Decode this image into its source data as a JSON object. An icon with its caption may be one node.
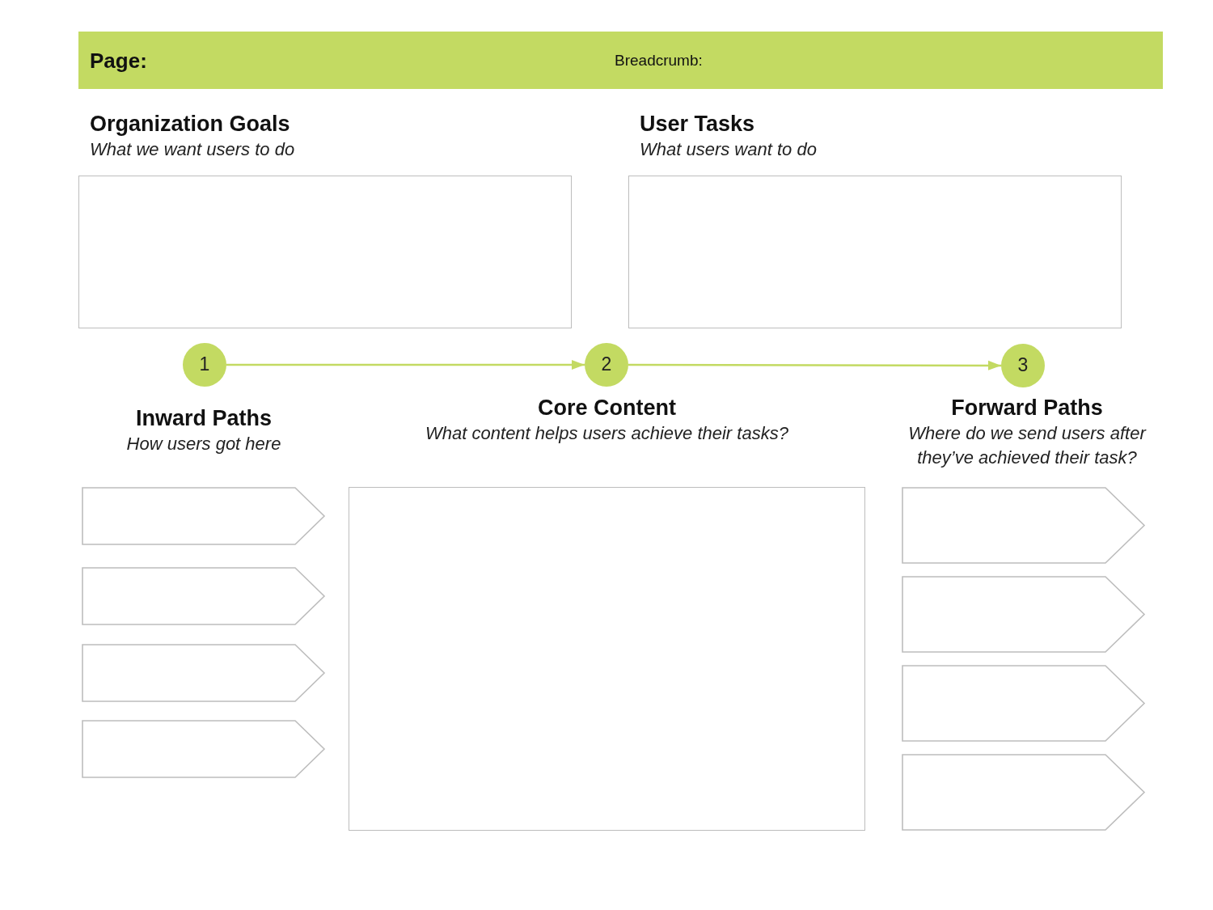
{
  "diagram": {
    "nodes": [
      {
        "text": [
          "Page:",
          "Breadcrumb:"
        ]
      },
      {
        "text": [
          "Organization Goals",
          "What we want users to do"
        ]
      },
      {
        "text": [
          "User Tasks",
          "What users want to do"
        ]
      },
      {
        "text": [
          "1"
        ]
      },
      {
        "text": [
          "2"
        ]
      },
      {
        "text": [
          "3"
        ]
      },
      {
        "text": [],
        "shape": "pentagon"
      },
      {
        "text": [],
        "shape": "pentagon"
      },
      {
        "text": [],
        "shape": "pentagon"
      },
      {
        "text": [],
        "shape": "pentagon"
      },
      {
        "text": [
          "Core Content",
          "What content helps users achieve their tasks?"
        ]
      },
      {
        "text": [],
        "shape": "pentagon"
      },
      {
        "text": [],
        "shape": "pentagon"
      },
      {
        "text": [],
        "shape": "pentagon"
      },
      {
        "text": [],
        "shape": "pentagon"
      }
    ],
    "edges": [
      {
        "from": 3,
        "to": 4,
        "arrow": "to"
      },
      {
        "from": 4,
        "to": 5,
        "arrow": "to"
      }
    ],
    "labels": [
      "Inward Paths",
      "How users got here",
      "Forward Paths",
      "Where do we send users after they’ve achieved their task?"
    ]
  }
}
